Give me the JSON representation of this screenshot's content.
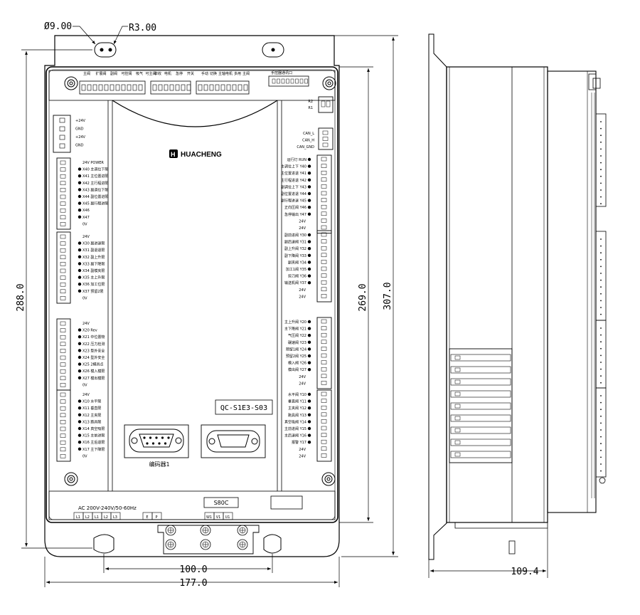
{
  "dimensions": {
    "hole_diameter": "Ø9.00",
    "corner_radius": "R3.00",
    "height_left": "288.0",
    "height_inner": "269.0",
    "height_total": "307.0",
    "width_holes": "100.0",
    "width_total": "177.0",
    "depth": "109.4"
  },
  "board": {
    "brand": "HUACHENG",
    "model": "QC-S1E3-S03",
    "encoder_label": "编码器1",
    "display_label": "S80C",
    "power_label": "AC 200V-240V/50-60Hz",
    "power_terminals": [
      "L1",
      "L2",
      "L1",
      "L2",
      "L3"
    ],
    "pe_terminals": [
      "E",
      "P"
    ],
    "motor_terminals": [
      "W1",
      "V1",
      "U1"
    ],
    "handwheel_port": "手控器通讯口"
  },
  "top_connector_labels": [
    "主阀",
    "扩展阀",
    "副阀",
    "可控阀",
    "吸气",
    "可主阀",
    "单收",
    "电机",
    "急停",
    "开关",
    "手动",
    "切换",
    "主轴",
    "电机",
    "多用",
    "主阀"
  ],
  "left_power": [
    "+24V",
    "GND",
    "+24V",
    "GND"
  ],
  "left_groups": [
    [
      "24V POWER",
      "X40 主调位下限",
      "X41 主位置进限",
      "X42 主行程进限",
      "X43 副调位下限",
      "X44 副位置进限",
      "X45 副行程进限",
      "X46",
      "X47",
      "0V"
    ],
    [
      "24V",
      "X30 副进退限",
      "X31 副退退限",
      "X32 副上升限",
      "X33 副下降限",
      "X34 副模夹限",
      "X35 主上升限",
      "X36 加工位限",
      "X37 预留2限",
      "0V"
    ],
    [
      "24V",
      "X20 Rev",
      "X21 中位置物",
      "X22 压力检测",
      "X23 型外安全",
      "X24 型外安全",
      "X25 2模具点",
      "X26 模入模限",
      "X27 模出模限",
      "0V"
    ],
    [
      "24V",
      "X10 水平限",
      "X11 垂直限",
      "X12 主夹限",
      "X13 跑具限",
      "X14 真空吸限",
      "X15 主前进限",
      "X16 主后退限",
      "X17 主下降限",
      "0V"
    ]
  ],
  "right_small": [
    "R2",
    "R1"
  ],
  "right_can": [
    "CAN_L",
    "CAN_H",
    "CAN_GND"
  ],
  "right_groups": [
    [
      "运行灯 RUN",
      "主调位上下 Y40",
      "主位置进退 Y41",
      "主行程进退 Y42",
      "副调位上下 Y43",
      "副位置进退 Y44",
      "副行程进退 Y45",
      "正向压阀 Y46",
      "急停输出 Y47",
      "24V",
      "24V"
    ],
    [
      "副前进阀 Y30",
      "副后退阀 Y31",
      "副上升阀 Y32",
      "副下降阀 Y33",
      "副夹阀 Y34",
      "加工1阀 Y35",
      "剪刀阀 Y36",
      "输送机阀 Y37",
      "24V",
      "24V"
    ],
    [
      "主上升阀 Y20",
      "主下降阀 Y21",
      "气压阀 Y22",
      "碾速阀 Y23",
      "预留1阀 Y24",
      "预留2阀 Y25",
      "模入阀 Y26",
      "模出阀 Y27",
      "24V",
      "24V"
    ],
    [
      "水平阀 Y10",
      "垂直阀 Y11",
      "主夹阀 Y12",
      "跑具阀 Y13",
      "真空吸阀 Y14",
      "主前进阀 Y15",
      "主后退阀 Y16",
      "报警 Y17",
      "24V",
      "24V"
    ]
  ]
}
